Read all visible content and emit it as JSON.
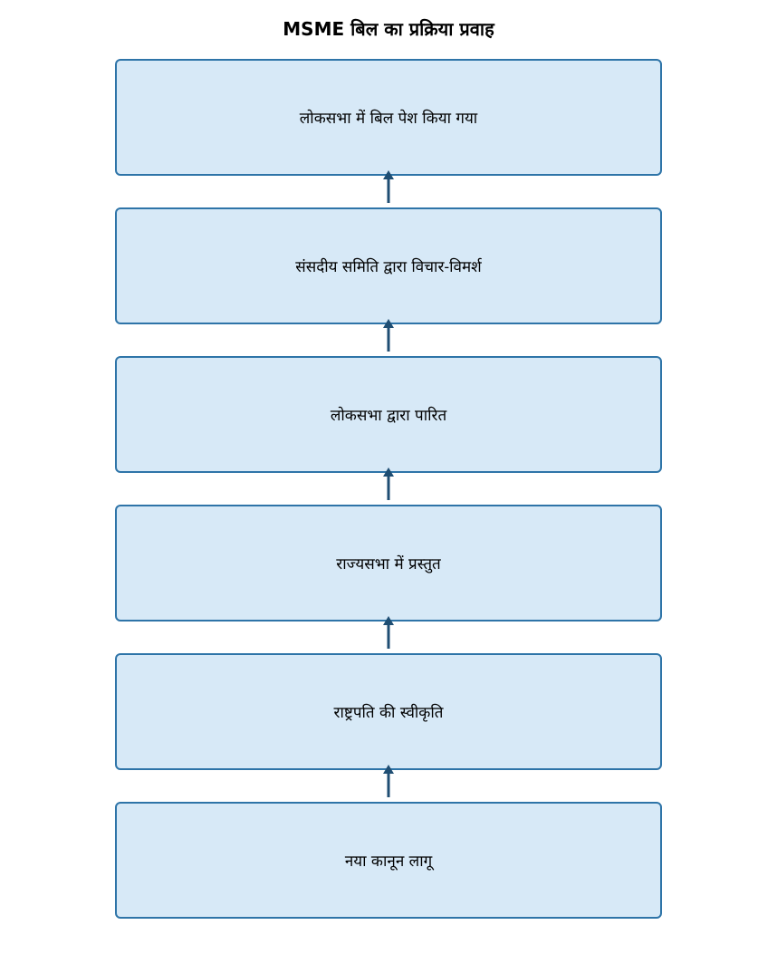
{
  "title": "MSME बिल का प्रक्रिया प्रवाह",
  "colors": {
    "box_fill": "#d7e9f7",
    "box_border": "#2e74a8",
    "arrow": "#1f4e73"
  },
  "steps": [
    {
      "label": "लोकसभा में बिल पेश किया गया"
    },
    {
      "label": "संसदीय समिति द्वारा विचार-विमर्श"
    },
    {
      "label": "लोकसभा द्वारा पारित"
    },
    {
      "label": "राज्यसभा में प्रस्तुत"
    },
    {
      "label": "राष्ट्रपति की स्वीकृति"
    },
    {
      "label": "नया कानून लागू"
    }
  ]
}
